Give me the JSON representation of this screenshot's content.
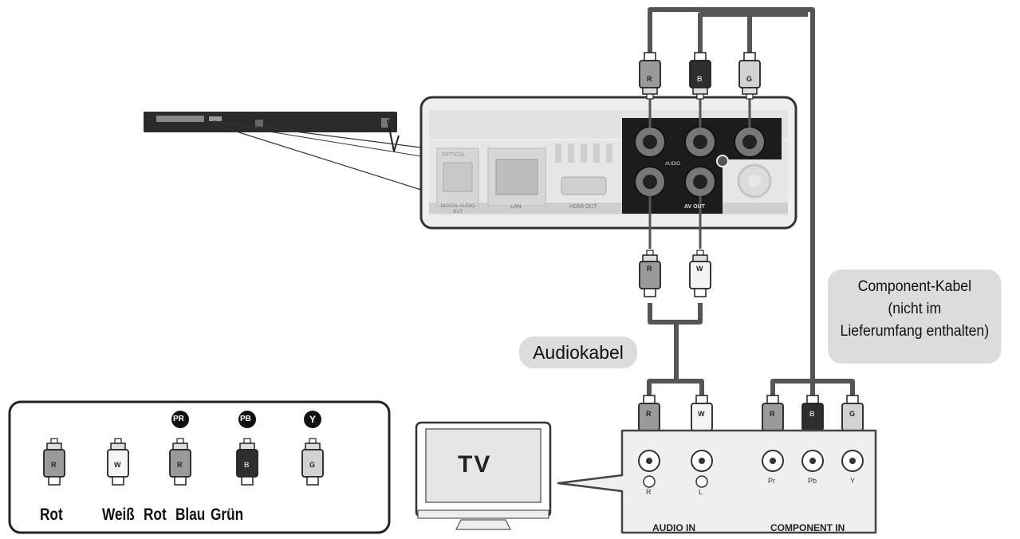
{
  "labels": {
    "audiokabel": "Audiokabel",
    "component_line1": "Component-Kabel",
    "component_line2": "(nicht im",
    "component_line3": "Lieferumfang enthalten)",
    "tv": "TV",
    "audio_in": "AUDIO IN",
    "component_in": "COMPONENT IN",
    "jack_r": "R",
    "jack_l": "L",
    "jack_pr": "Pr",
    "jack_pb": "Pb",
    "jack_y": "Y"
  },
  "player_panel": {
    "optical": "OPTICAL",
    "digital_audio_out": "DIGITAL AUDIO OUT",
    "lan": "LAN",
    "hdmi_out": "HDMI OUT",
    "audio": "AUDIO",
    "av_out": "AV OUT"
  },
  "plug_letters": {
    "red": "R",
    "white": "W",
    "blue": "B",
    "green": "G"
  },
  "legend": {
    "rot1": "Rot",
    "weiss": "Weiß",
    "rot2": "Rot",
    "blau": "Blau",
    "gruen": "Grün",
    "badge_pr": "PR",
    "badge_pb": "PB",
    "badge_y": "Y"
  },
  "colors": {
    "cable": "#555555",
    "panel_bg": "#eeeeee",
    "panel_border": "#333333",
    "dark_band": "#1c1c1c",
    "bubble": "#dcdcdc",
    "red_plug": "#9a9a9a",
    "white_plug": "#f4f4f4",
    "blue_plug": "#2e2e2e",
    "green_plug": "#d2d2d2"
  }
}
